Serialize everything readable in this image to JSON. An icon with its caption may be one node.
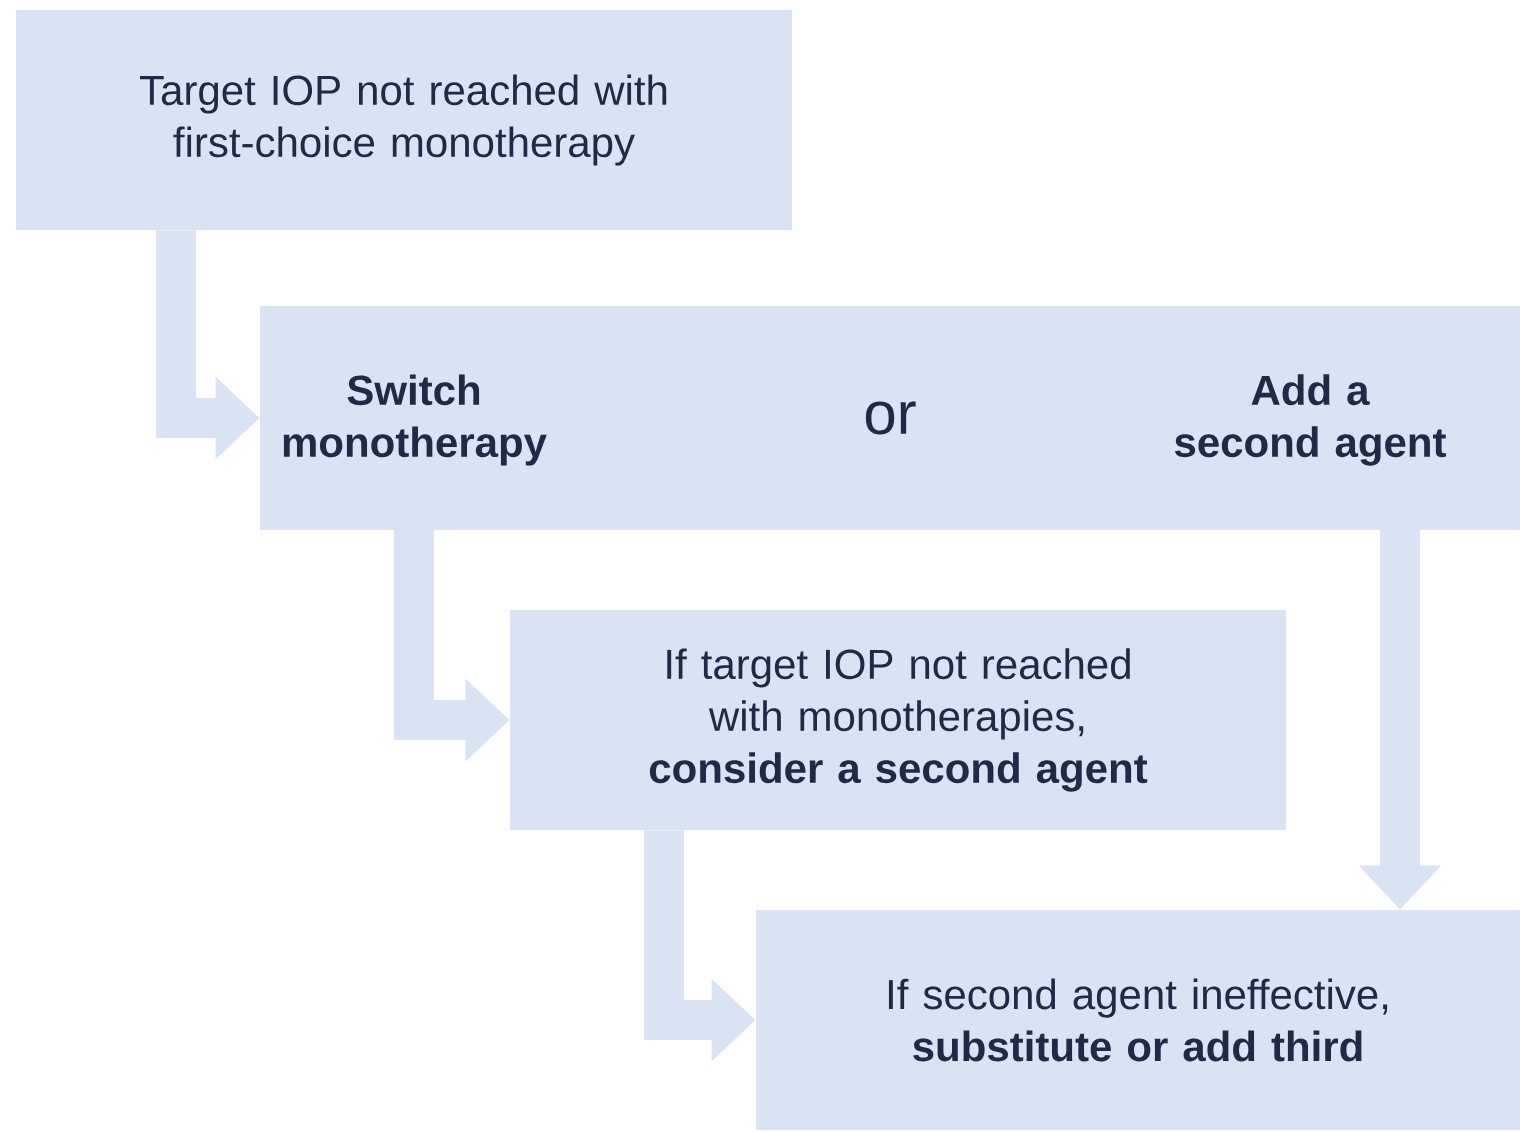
{
  "diagram": {
    "nodes": [
      {
        "text": [
          "Target IOP not reached with first-choice monotherapy"
        ]
      },
      {
        "text": [
          "or"
        ]
      },
      {
        "text": [
          "Switch monotherapy"
        ],
        "in": 1
      },
      {
        "text": [
          "Add a second agent"
        ],
        "in": 1
      },
      {
        "text": [
          "If target IOP not reached with monotherapies, **consider a second agent**"
        ]
      },
      {
        "text": [
          "If second agent ineffective, **substitute or add third**"
        ]
      }
    ],
    "edges": [
      {
        "from": 0,
        "to": 1,
        "arrow": "to"
      },
      {
        "from": 2,
        "to": 4,
        "arrow": "to"
      },
      {
        "from": 3,
        "to": 5,
        "arrow": "to"
      },
      {
        "from": 4,
        "to": 5,
        "arrow": "to"
      }
    ]
  }
}
